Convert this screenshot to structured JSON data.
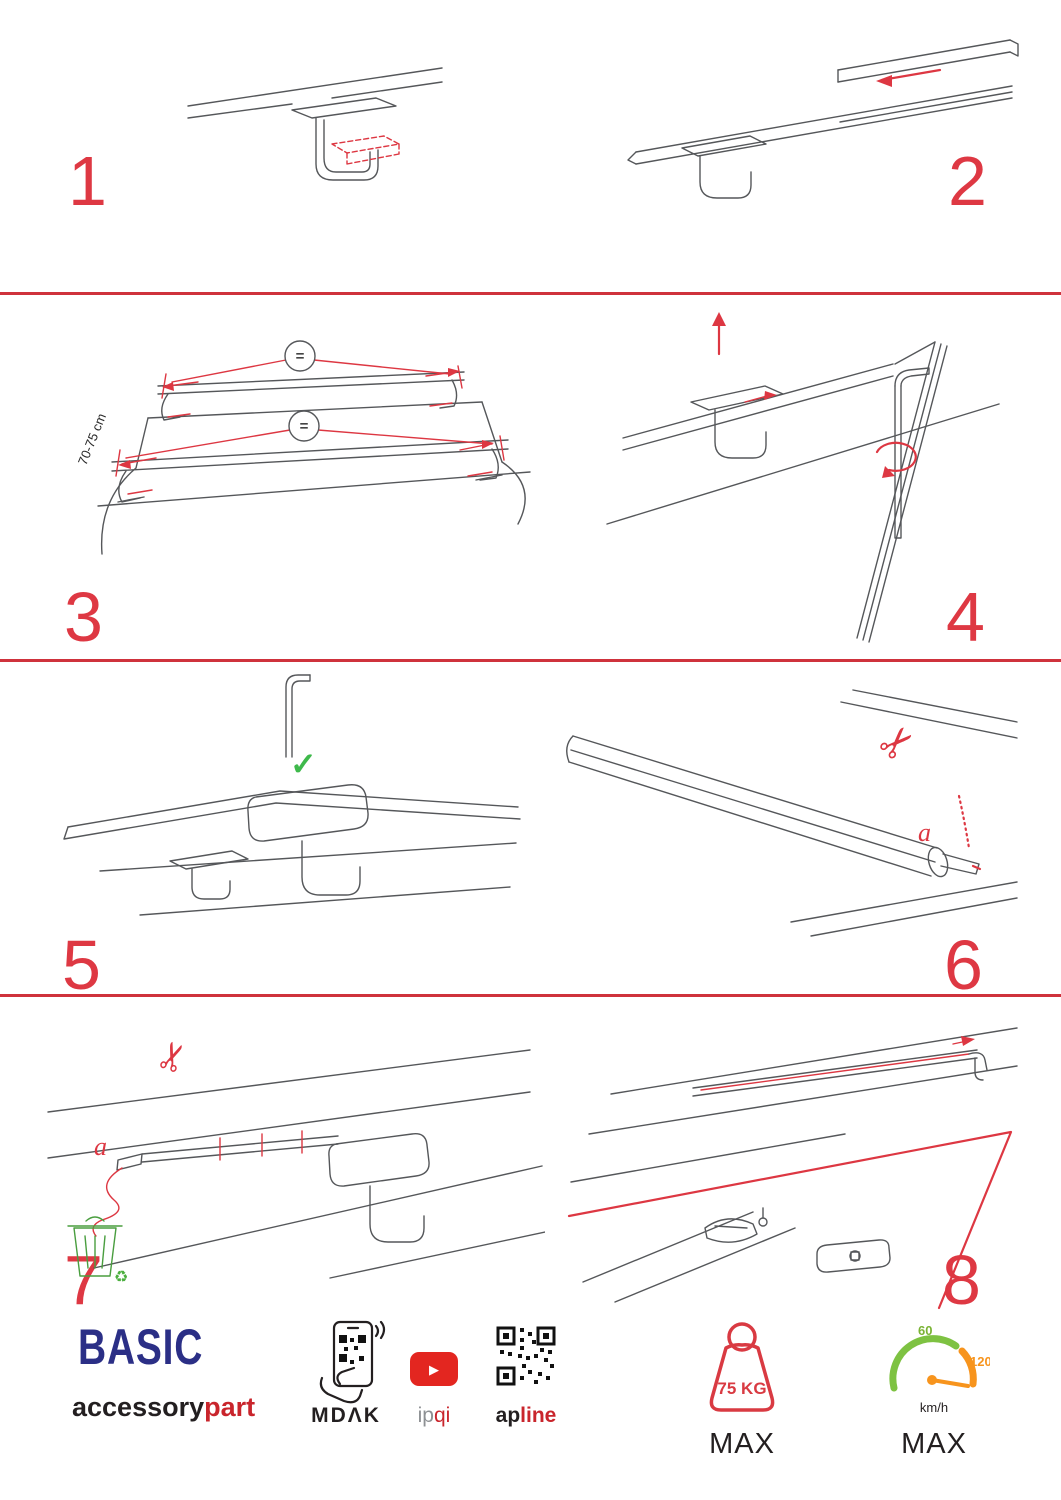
{
  "colors": {
    "accent_red": "#dd3742",
    "divider_red": "#cf323c",
    "brand_blue": "#2b2f86",
    "green": "#3eb94b",
    "orange": "#f7941d",
    "dark": "#231f20"
  },
  "steps": [
    {
      "number": "1"
    },
    {
      "number": "2"
    },
    {
      "number": "3",
      "equals": "=",
      "spacing_label": "70-75 cm"
    },
    {
      "number": "4"
    },
    {
      "number": "5"
    },
    {
      "number": "6",
      "cut_label": "a"
    },
    {
      "number": "7",
      "cut_label": "a"
    },
    {
      "number": "8"
    }
  ],
  "icons": {
    "check": "✓",
    "scissors": "✂",
    "recycle": "♻",
    "play": "▶"
  },
  "footer": {
    "brand": "BASIC",
    "brand_sub": {
      "left": "accessory",
      "right": "part"
    },
    "phone_label": "MDΛK",
    "video_label": {
      "left": "ip",
      "right": "qi"
    },
    "qr_label": {
      "left": "ap",
      "right": "line"
    },
    "weight": {
      "value": "75 KG",
      "max": "MAX"
    },
    "speed": {
      "min": "60",
      "max_value": "120",
      "unit": "km/h",
      "max": "MAX"
    }
  }
}
